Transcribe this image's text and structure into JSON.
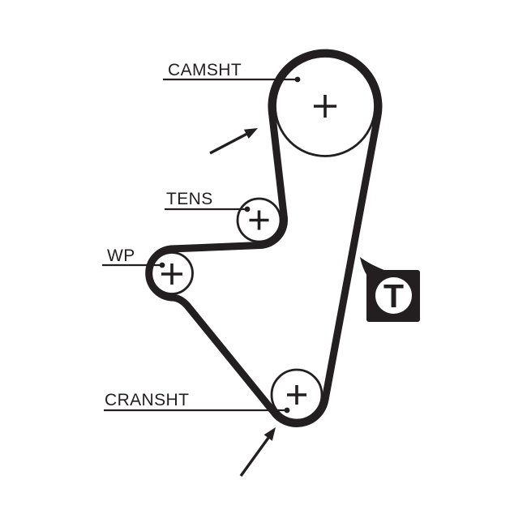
{
  "diagram": {
    "type": "timing-belt-routing-diagram",
    "background_color": "#ffffff",
    "ink_color": "#231f20",
    "labels": {
      "camshaft": "CAMSHT",
      "tensioner": "TENS",
      "water_pump": "WP",
      "crankshaft": "CRANSHT"
    },
    "pulleys": [
      {
        "id": "camshaft",
        "label": "CAMSHT",
        "marker": "center-cross"
      },
      {
        "id": "tensioner",
        "label": "TENS",
        "marker": "center-cross"
      },
      {
        "id": "water_pump",
        "label": "WP",
        "marker": "center-cross"
      },
      {
        "id": "crankshaft",
        "label": "CRANSHT",
        "marker": "center-cross"
      }
    ],
    "timing_marker": {
      "letter": "T"
    },
    "arrows": [
      {
        "id": "belt-arrow-camshaft",
        "points_to": "belt near camshaft"
      },
      {
        "id": "belt-arrow-crankshaft",
        "points_to": "belt near crankshaft"
      }
    ]
  }
}
